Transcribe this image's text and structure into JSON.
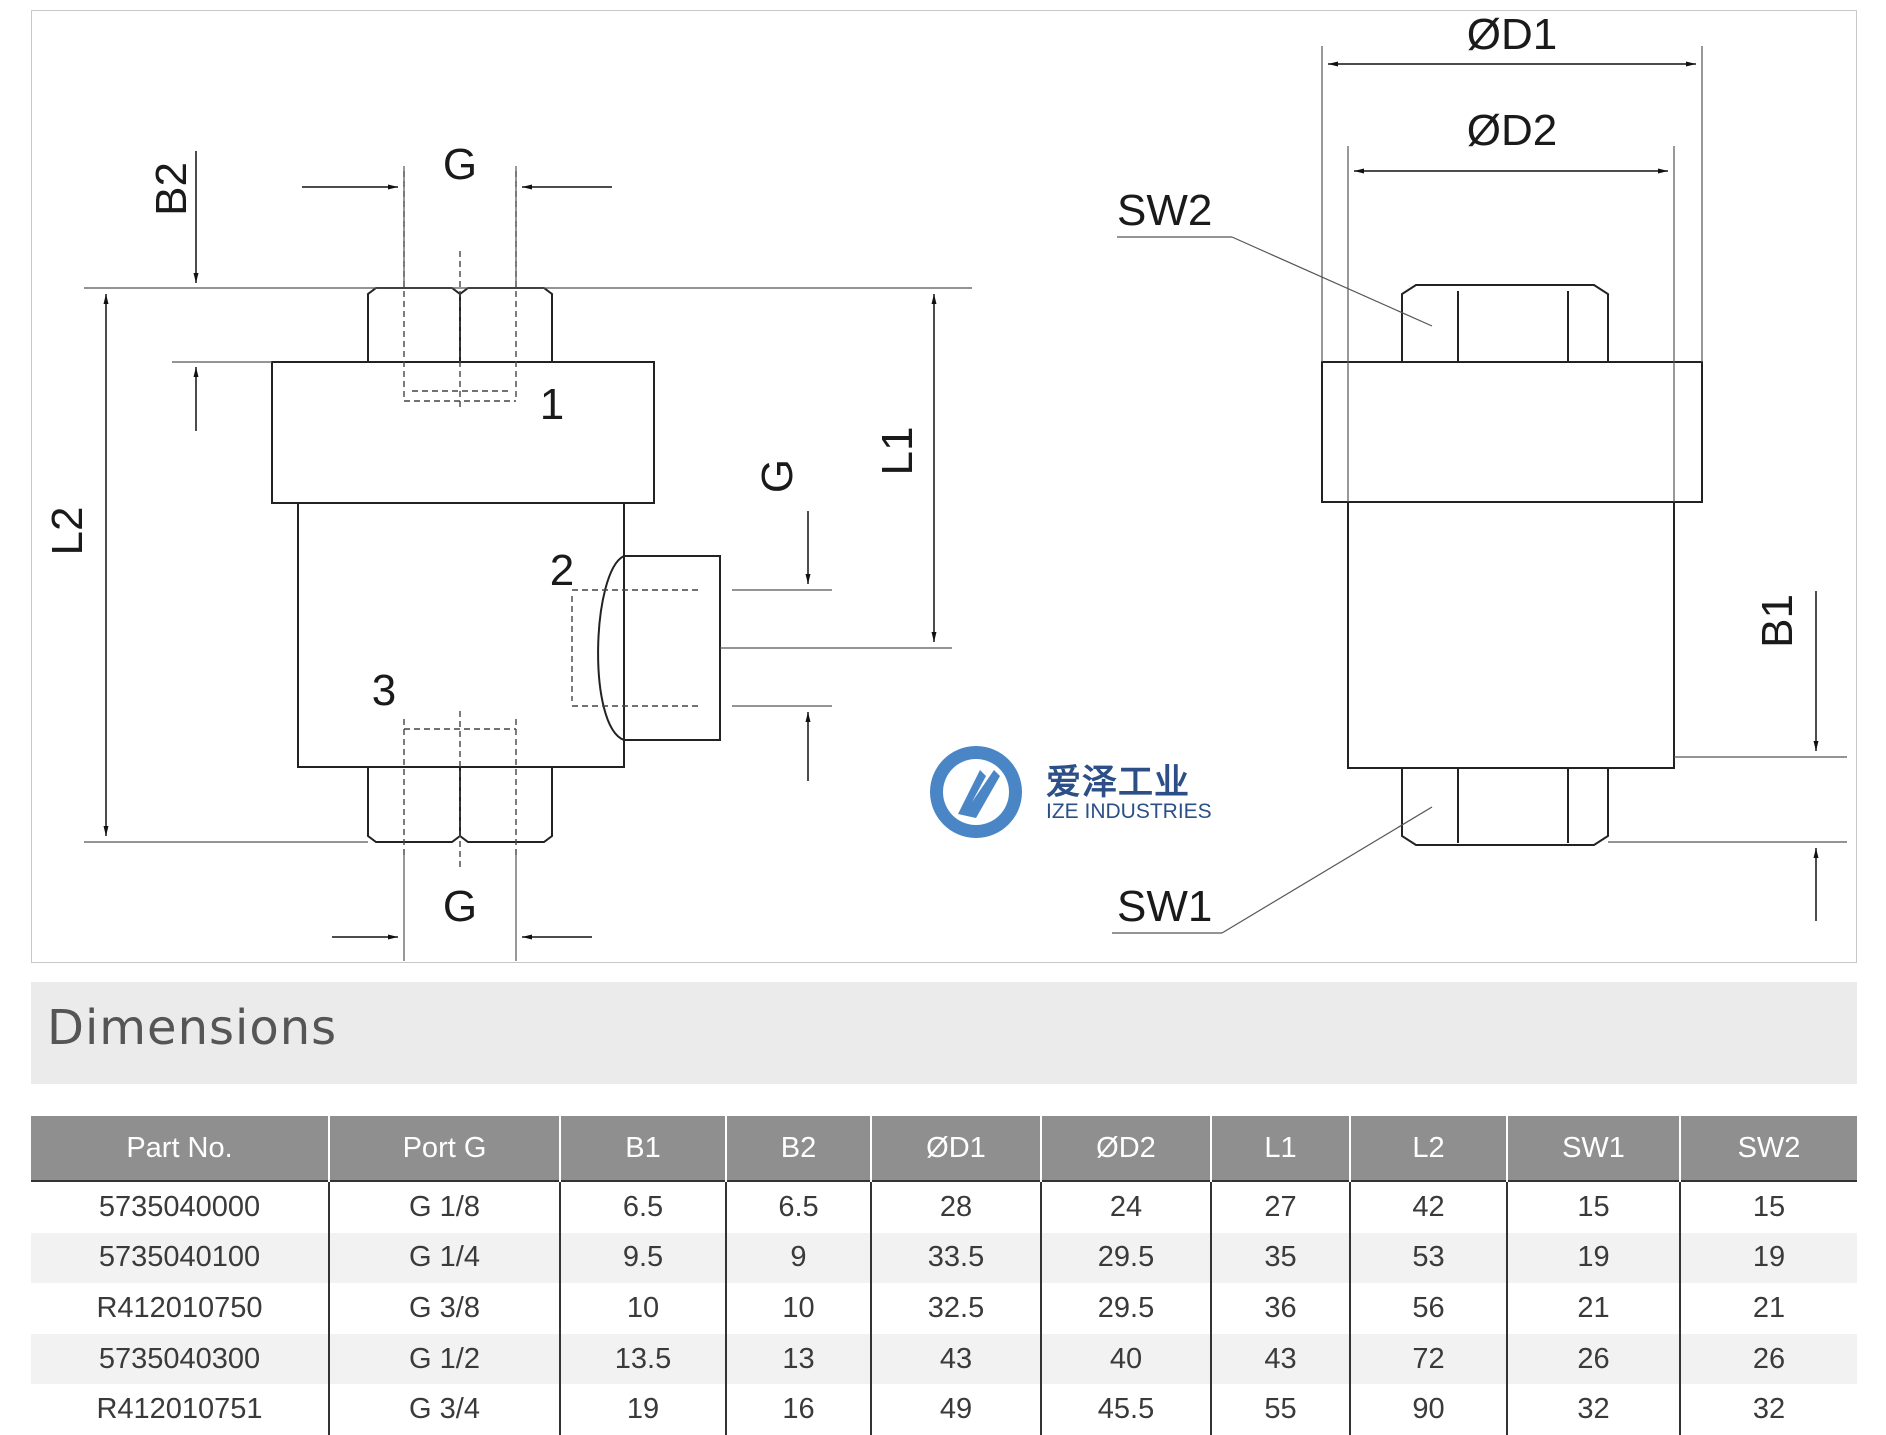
{
  "drawing": {
    "labels": {
      "g_top": "G",
      "g_bottom": "G",
      "g_side": "G",
      "b2": "B2",
      "b1": "B1",
      "l1": "L1",
      "l2": "L2",
      "d1": "ØD1",
      "d2": "ØD2",
      "sw1": "SW1",
      "sw2": "SW2",
      "port_1": "1",
      "port_2": "2",
      "port_3": "3"
    }
  },
  "logo": {
    "name_cn": "爱泽工业",
    "name_en": "IZE INDUSTRIES",
    "colors": {
      "primary": "#3f7fc2",
      "text": "#2b4f86"
    }
  },
  "section": {
    "title": "Dimensions"
  },
  "table": {
    "headers": [
      "Part No.",
      "Port G",
      "B1",
      "B2",
      "ØD1",
      "ØD2",
      "L1",
      "L2",
      "SW1",
      "SW2"
    ],
    "rows": [
      [
        "5735040000",
        "G 1/8",
        "6.5",
        "6.5",
        "28",
        "24",
        "27",
        "42",
        "15",
        "15"
      ],
      [
        "5735040100",
        "G 1/4",
        "9.5",
        "9",
        "33.5",
        "29.5",
        "35",
        "53",
        "19",
        "19"
      ],
      [
        "R412010750",
        "G 3/8",
        "10",
        "10",
        "32.5",
        "29.5",
        "36",
        "56",
        "21",
        "21"
      ],
      [
        "5735040300",
        "G 1/2",
        "13.5",
        "13",
        "43",
        "40",
        "43",
        "72",
        "26",
        "26"
      ],
      [
        "R412010751",
        "G 3/4",
        "19",
        "16",
        "49",
        "45.5",
        "55",
        "90",
        "32",
        "32"
      ]
    ],
    "colors": {
      "header_bg": "#8f8f8f",
      "header_text": "#ffffff",
      "stripe": "#f2f2f2"
    }
  }
}
